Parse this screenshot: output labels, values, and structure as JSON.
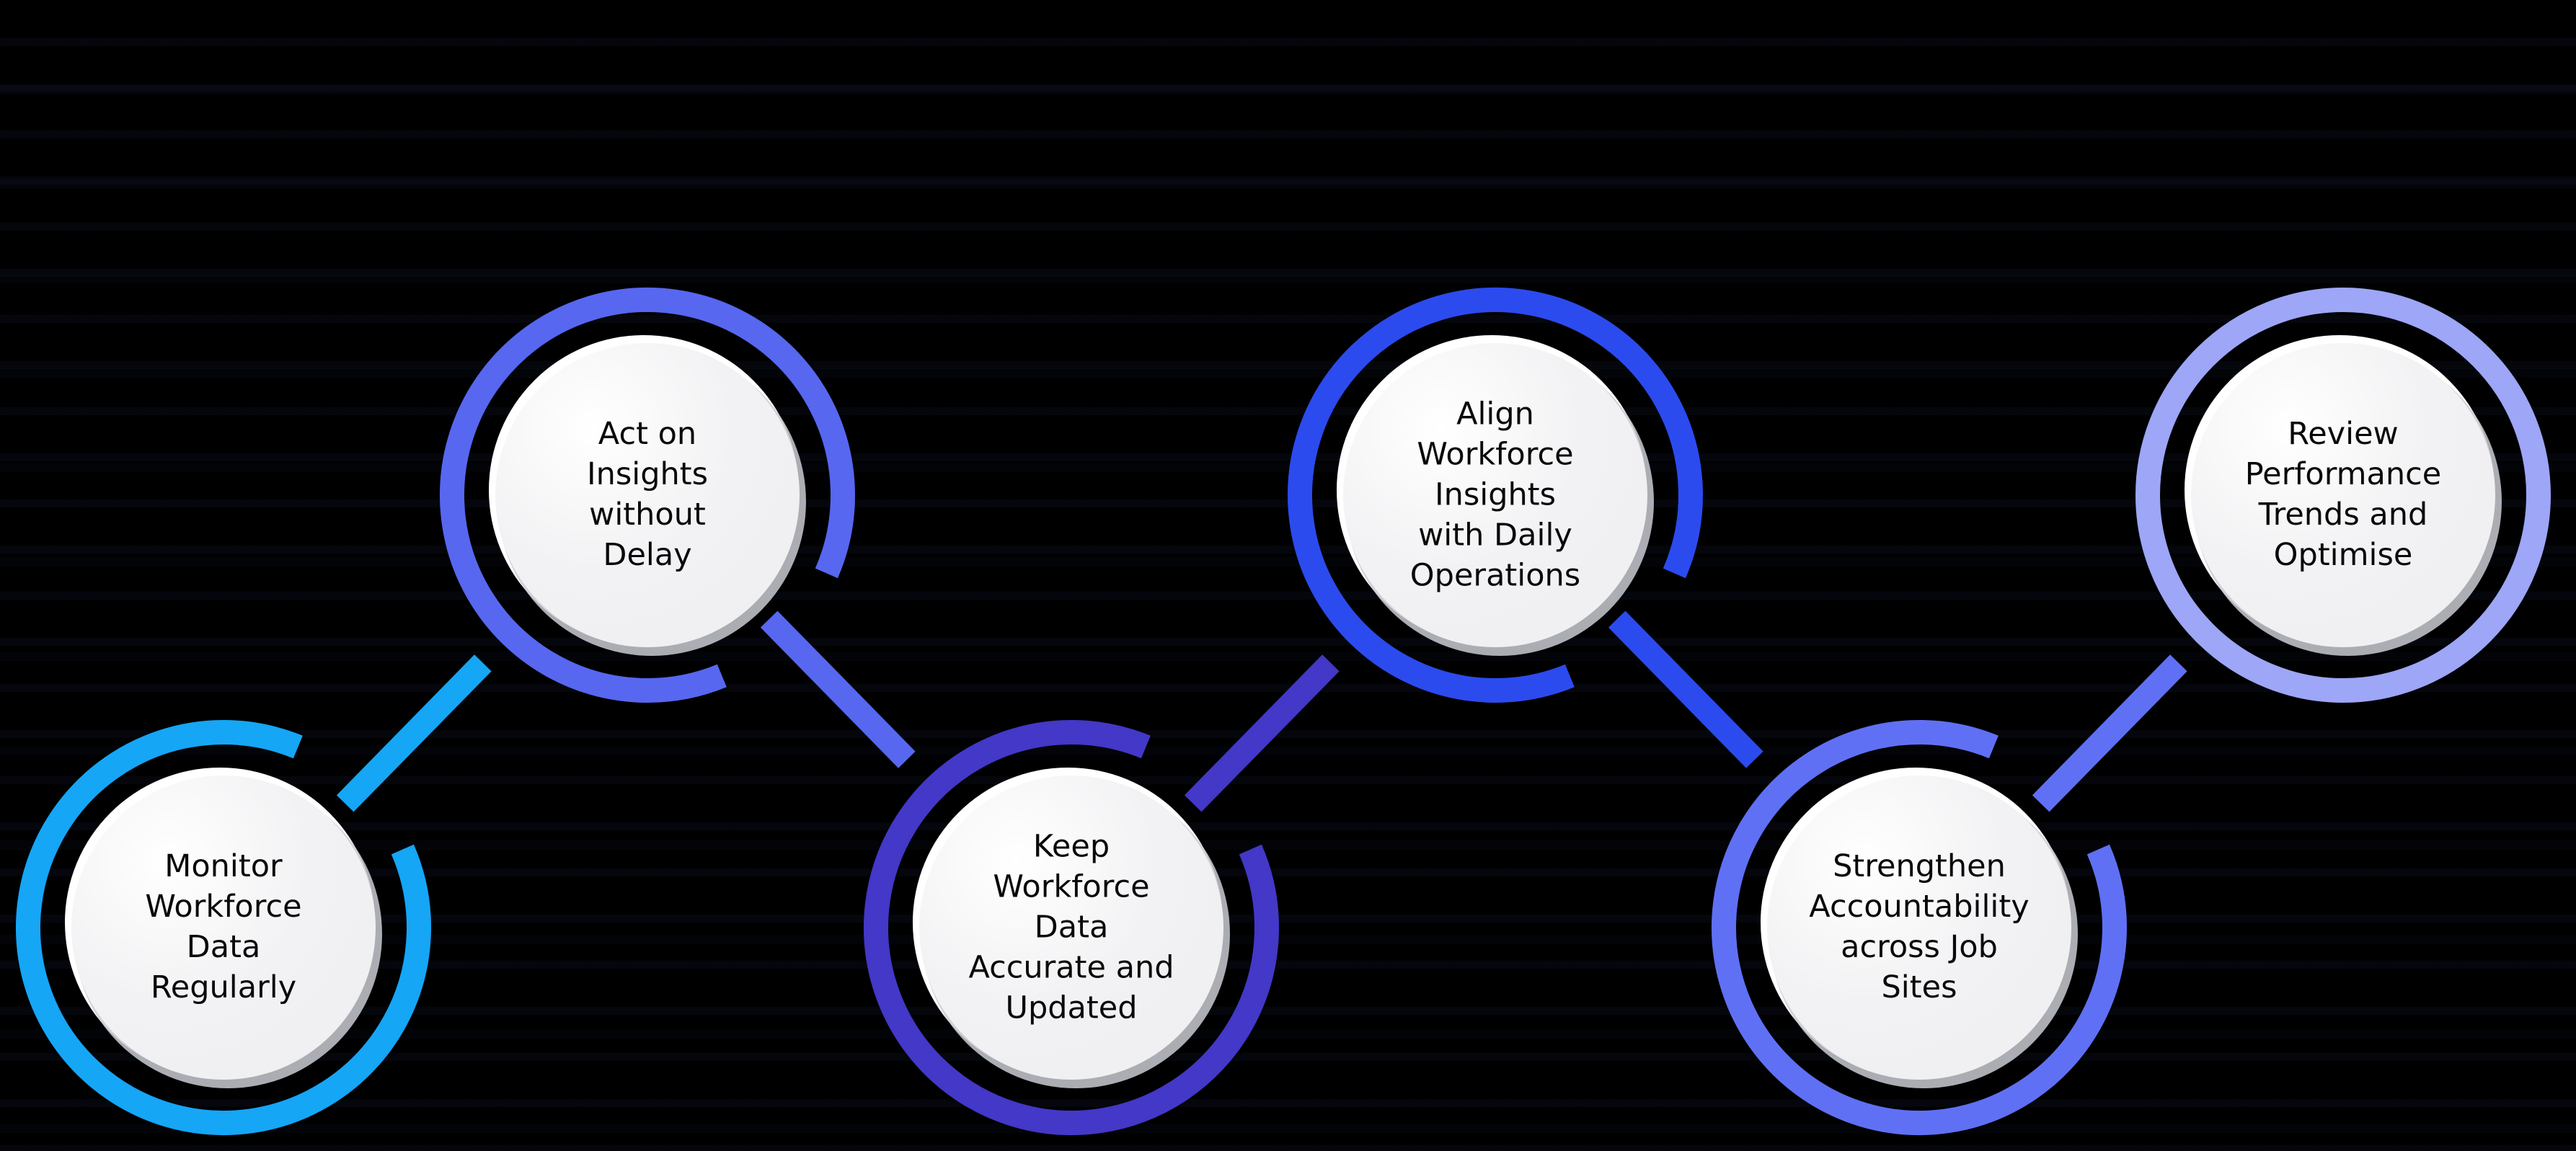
{
  "canvas": {
    "background_color": "#000000",
    "streak_color": "#10162a"
  },
  "diagram": {
    "description": "Six-step circular workflow infographic connected by diagonal lines",
    "disc_color": "#F2F2F4",
    "disc_highlight_color": "#FFFFFF",
    "disc_shadow_color": "#C9CBD2",
    "text_color": "#09090A",
    "steps": [
      {
        "label": "Monitor Workforce Data Regularly",
        "lines": [
          "Monitor",
          "Workforce",
          "Data",
          "Regularly"
        ],
        "ring_color": "#15A6F6",
        "position": "bottom-left"
      },
      {
        "label": "Act on Insights without Delay",
        "lines": [
          "Act on",
          "Insights",
          "without",
          "Delay"
        ],
        "ring_color": "#5767F0",
        "position": "top"
      },
      {
        "label": "Keep Workforce Data Accurate and Updated",
        "lines": [
          "Keep",
          "Workforce",
          "Data",
          "Accurate and",
          "Updated"
        ],
        "ring_color": "#4338C7",
        "position": "bottom"
      },
      {
        "label": "Align Workforce Insights with Daily Operations",
        "lines": [
          "Align",
          "Workforce",
          "Insights",
          "with Daily",
          "Operations"
        ],
        "ring_color": "#2B4BEF",
        "position": "top"
      },
      {
        "label": "Strengthen Accountability across Job Sites",
        "lines": [
          "Strengthen",
          "Accountability",
          "across Job",
          "Sites"
        ],
        "ring_color": "#6070F4",
        "position": "bottom"
      },
      {
        "label": "Review Performance Trends and Optimise",
        "lines": [
          "Review",
          "Performance",
          "Trends and",
          "Optimise"
        ],
        "ring_color": "#9DA6F7",
        "position": "top-right"
      }
    ],
    "connectors": [
      {
        "from": 1,
        "to": 2,
        "color": "#15A6F6"
      },
      {
        "from": 2,
        "to": 3,
        "color": "#5767F0"
      },
      {
        "from": 3,
        "to": 4,
        "color": "#4338C7"
      },
      {
        "from": 4,
        "to": 5,
        "color": "#2B4BEF"
      },
      {
        "from": 5,
        "to": 6,
        "color": "#6070F4"
      }
    ]
  }
}
